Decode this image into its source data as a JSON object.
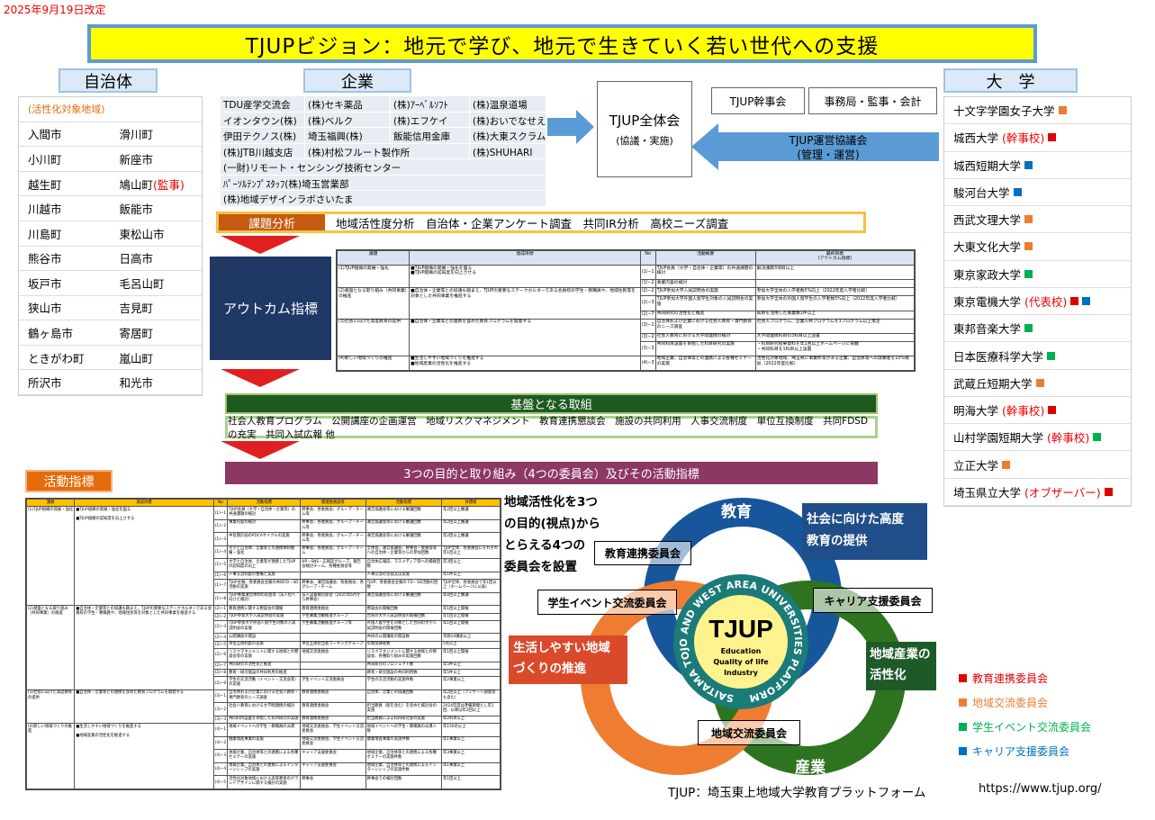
{
  "date": "2025年9月19日改定",
  "title": "TJUPビジョン：地元で学び、地元で生きていく若い世代への支援",
  "municipalities": {
    "header": "自治体",
    "target_label": "(活性化対象地域)",
    "items": [
      "入間市",
      "滑川町",
      "小川町",
      "新座市",
      "越生町",
      "鳩山町",
      "川越市",
      "飯能市",
      "川島町",
      "東松山市",
      "熊谷市",
      "日高市",
      "坂戸市",
      "毛呂山町",
      "狭山市",
      "吉見町",
      "鶴ヶ島市",
      "寄居町",
      "ときがわ町",
      "嵐山町",
      "所沢市",
      "和光市"
    ],
    "hatoyama_note": "(監事)"
  },
  "companies": {
    "header": "企業",
    "rows": [
      [
        "TDU産学交流会",
        "(株)セキ薬品",
        "(株)ｱｰﾍﾞﾙｿﾌﾄ",
        "(株)温泉道場"
      ],
      [
        "イオンタウン(株)",
        "(株)ベルク",
        "(株)エフケイ",
        "(株)おいでなせえ"
      ],
      [
        "伊田テクノス(株)",
        "埼玉福興(株)",
        "飯能信用金庫",
        "(株)大東スクラム"
      ],
      [
        "(株)JTB川越支店",
        "(株)村松フルート製作所",
        "(株)SHUHARI"
      ],
      [
        "(一財)リモート・センシング技術センター"
      ],
      [
        "ﾊﾟｰｿﾙﾃﾝﾌﾟｽﾀｯﾌ(株)埼玉営業部"
      ],
      [
        "(株)地域デザインラボさいたま"
      ]
    ]
  },
  "org": {
    "general": "TJUP全体会",
    "general_sub": "(協議・実施)",
    "exec": "TJUP幹事会",
    "office": "事務局・監事・会計",
    "council": "TJUP運営協議会",
    "council_sub": "(管理・運営)"
  },
  "universities": {
    "header": "大　学",
    "items": [
      {
        "name": "十文字学園女子大学",
        "note": "",
        "colors": [
          "#ed7d31"
        ]
      },
      {
        "name": "城西大学",
        "note": "(幹事校)",
        "colors": [
          "#e00000"
        ]
      },
      {
        "name": "城西短期大学",
        "note": "",
        "colors": [
          "#0070c0"
        ]
      },
      {
        "name": "駿河台大学",
        "note": "",
        "colors": [
          "#0070c0"
        ]
      },
      {
        "name": "西武文理大学",
        "note": "",
        "colors": [
          "#ed7d31"
        ]
      },
      {
        "name": "大東文化大学",
        "note": "",
        "colors": [
          "#ed7d31"
        ]
      },
      {
        "name": "東京家政大学",
        "note": "",
        "colors": [
          "#00b050"
        ]
      },
      {
        "name": "東京電機大学",
        "note": "(代表校)",
        "colors": [
          "#e00000",
          "#0070c0"
        ]
      },
      {
        "name": "東邦音楽大学",
        "note": "",
        "colors": [
          "#00b050"
        ]
      },
      {
        "name": "日本医療科学大学",
        "note": "",
        "colors": [
          "#00b050"
        ]
      },
      {
        "name": "武蔵丘短期大学",
        "note": "",
        "colors": [
          "#ed7d31"
        ]
      },
      {
        "name": "明海大学",
        "note": "(幹事校)",
        "colors": [
          "#e00000"
        ]
      },
      {
        "name": "山村学園短期大学",
        "note": "(幹事校)",
        "colors": [
          "#00b050"
        ]
      },
      {
        "name": "立正大学",
        "note": "",
        "colors": [
          "#ed7d31"
        ]
      },
      {
        "name": "埼玉県立大学",
        "note": "(オブザーバー)",
        "colors": [
          "#e00000"
        ]
      }
    ]
  },
  "analysis": {
    "label": "課題分析",
    "text": "地域活性度分析　自治体・企業アンケート調査　共同IR分析　高校ニーズ調査"
  },
  "outcome": {
    "label": "アウトカム指標",
    "headers": [
      "課題",
      "達成目標",
      "No",
      "活動概要",
      "最終目標\n(アウトカム指標)"
    ],
    "groups": [
      {
        "issue": "(1)TJUP組織の発展・強化",
        "goal": "■TJUP組織の発展・強化を図る\n■TJUP組織の認知度を向上させる",
        "rows": [
          [
            "(1)−1",
            "TJUP会員（大学・自治体・企業等）の共通課題の検討",
            "解決課題3項目以上"
          ],
          [
            "(1)−2",
            "事業内容の検討",
            ""
          ]
        ]
      },
      {
        "issue": "(2)基盤となる取り組み（共同事業）の推進",
        "goal": "■自治体・企業等との協議も踏まえ、TJUPの重要なステークホルダーである会員校の学生・教職員や、地域住民等を対象とした共同事業を推進する",
        "rows": [
          [
            "(2)−2",
            "TJUP参加大学入試説明会の実施",
            "参加大学全体の入学者数5%向上（2022年度入学者比較）"
          ],
          [
            "(2)−3",
            "TJUP参加大学外国人留学生対象の入試説明会の実施",
            "参加大学全体の外国人留学生の入学者数5%向上（2022年度入学者比較）"
          ],
          [
            "(2)−7",
            "共同研究の活性化と推進",
            "知財を活用した事業数1件以上"
          ]
        ]
      },
      {
        "issue": "(3)社会に向けた高度教育の提供",
        "goal": "■自治体・企業等との連携を含めた教育プログラムを開発する",
        "rows": [
          [
            "(3)−1",
            "自治体および企業における社会人教育・専門教育のニーズ調査",
            "社会人プログラム、企業人材プログラムを1プログラム以上策定"
          ],
          [
            "(3)−2",
            "社会人教育における大学間連携の検討",
            "大学間連携科目の3科目以上設置"
          ],
          [
            "(3)−3",
            "共同科目設置を目指した科目研究の実施",
            "・科目研究結果資料を年1回以上ホームページに掲載\n・共同科目を1科目以上設置"
          ]
        ]
      },
      {
        "issue": "(4)新しい地域づくりの推進",
        "goal": "■生活しやすい地域づくりを推進する\n■地域産業の活性化を推進する",
        "rows": [
          [
            "(4)−3",
            "地域企業、自治体等との連携による各種セミナーの実施",
            "活性化対象地域、埼玉県に事業所等がある企業、自治体等への就職者を10%増加（2022年度比較）"
          ]
        ]
      }
    ]
  },
  "foundation": {
    "title": "基盤となる取組",
    "text": "社会人教育プログラム　公開講座の企画運営　地域リスクマネジメント　教育連携懇談会　施設の共同利用　人事交流制度　単位互換制度　共同FDSDの充実　共同入試広報 他"
  },
  "purpose_title": "3つの目的と取り組み（4つの委員会）及びその活動指標",
  "activity": {
    "label": "活動指標",
    "headers": [
      "課題",
      "達成目標",
      "No",
      "活動指標",
      "関連委員会等",
      "活動指標",
      "目標値"
    ],
    "groups": [
      {
        "issue": "(1)TJUP組織の発展・強化",
        "goal": "■TJUP組織の発展・強化を図る\n\n■TJUP組織の認知度を向上させる",
        "rows": [
          [
            "(1)−1",
            "TJUP会員（大学・自治体・企業等）の共通課題の検討",
            "幹事会、各委員会、グループ・チーム等",
            "運営協議会等における審議回数",
            "年2回以上審議"
          ],
          [
            "(1)−2",
            "事業内容の検討",
            "幹事会、各委員会、グループ・チーム等",
            "運営協議会等における審議回数",
            "年2回以上審議"
          ],
          [
            "(1)−3",
            "中長期計画のPDCAサイクルの実施",
            "幹事会、各委員会、グループ・チーム等",
            "運営協議会等における審議回数",
            "年2回以上審議"
          ],
          [
            "(1)−4",
            "大学と自治体、企業等との連携体制整備・強化",
            "幹事会、各委員会、グループ・チーム",
            "全体会、運営協議会、幹事会・委員会等への自治体・企業等からの参加回数",
            "TJUP全体、各委員会にそれぞれ年1回以上"
          ],
          [
            "(1)−5",
            "大学と自治体、企業等が連携したTJUPの認知度の向上",
            "HP・SNS・広報誌グループ、報告会検討チーム、各種委員会等",
            "自治体広報誌、マスメディア等への掲載回数",
            "年3回以上"
          ],
          [
            "(1)−6",
            "人事交流制度の整備と実施",
            "",
            "人事交流の企画又は実施",
            "年1件以上"
          ],
          [
            "(1)−7",
            "TJUP主催、各委員会主催の共同FD・SD活動の実施",
            "幹事会、運営協議会、各委員会、各グループ・チーム",
            "TJUP、各委員会主催の FD・SD活動の回数",
            "TJUP全体、各委員会で年1回以上（ホームページに公表）"
          ],
          [
            "(1)−8",
            "TJUP事業運営体制の前進等（法人化へ向けた検討）",
            "法人設置検討部会（2025年6月から幹事会）",
            "運営協議会等における審議回数",
            "年4回以上審議"
          ]
        ]
      },
      {
        "issue": "(2)基盤となる取り組み（共同事業）の推進",
        "goal": "■自治体・企業等との協議も踏まえ、TJUPの重要なステークホルダーである会員校の学生・教職員や、地域住民等を対象とした共同事業を推進する",
        "rows": [
          [
            "(2)−1",
            "教育連携に関する懇談会の開催",
            "教育連携委員会",
            "懇談会の開催回数",
            "年1回以上開催"
          ],
          [
            "(2)−2",
            "TJUP参加大学入試説明会の実施",
            "学生募集活動推進グループ",
            "合同の大学入試説明会の開催回数",
            "年1回以上開催"
          ],
          [
            "(2)−3",
            "TJUP参加大学外国人留学生対象の入試説明会の実施",
            "学生募集活動推進グループ等",
            "外国人留学生を対象とした合同の大学入試説明会の開催回数",
            "年1回以上開催"
          ],
          [
            "(2)−4",
            "公開講座の開設",
            "",
            "共同の公開講座の開設数",
            "年間10講座以上"
          ],
          [
            "(2)−5",
            "単位互換制度の実施",
            "単位互換担当者ワーキンググループ",
            "年間受講者数",
            "5名以上"
          ],
          [
            "(2)−6",
            "リスクマネジメントに関する地域との懇談会等の実施",
            "地域交流委員会",
            "リスクマネジメントに関する地域との懇談会、各種取り組みの実施回数",
            "年1回以上開催"
          ],
          [
            "(2)−7",
            "共同研究の活性化と推進",
            "",
            "共同研究のプロジェクト数",
            "年5件以上"
          ],
          [
            "(2)−8",
            "教育・研究施設の共同利用の推進",
            "",
            "教育・研究施設の共同利用数",
            "年5件以上"
          ],
          [
            "(2)−9",
            "学生の交流活動（イベント・交流会等）の実施",
            "学生イベント交流委員会",
            "学生の交流活動の実施件数",
            "年2事業以上"
          ]
        ]
      },
      {
        "issue": "(3)社会に向けた高度教育の提供",
        "goal": "■自治体・企業等との連携を含めた教育プログラムを開発する",
        "rows": [
          [
            "(3)−1",
            "自治体および企業における社会人教育・専門教育のニーズ調査",
            "教育連携委員会",
            "自治体、企業との協議回数",
            "年2回以上（アンケート調査等も含む）"
          ],
          [
            "(3)−2",
            "社会人教育における大学間連携の検討",
            "教育連携委員会",
            "担当教員（仮を含む）を含めた検討会の実施",
            "2024年度は準備期間とし年1回、以降は年2回以上"
          ],
          [
            "(3)−3",
            "共同科目設置を目指した科目研究の実施",
            "教育連携委員会",
            "担当教員による科目研究会の実施",
            "年2科目以上"
          ]
        ]
      },
      {
        "issue": "(4)新しい地域づくりの推進",
        "goal": "■生活しやすい地域づくりを推進する\n\n■地域産業の活性化を推進する",
        "rows": [
          [
            "(4)−1",
            "地域イベントへの学生・教職員の派遣",
            "地域交流委員会、学生イベント交流委員会",
            "地域イベントへの学生・教職員の派遣人数",
            "年150名以上"
          ],
          [
            "(4)−2",
            "健康増進事業の実施",
            "地域交流委員会、学生イベント交流委員会",
            "健康増進事業の実施件数",
            "年1事業以上"
          ],
          [
            "(4)−3",
            "地域企業、自治体等との連携による各種セミナーの実施",
            "キャリア支援委員会",
            "地域企業、自治体等との連携による各種セミナーの実施件数",
            "年3事業以上"
          ],
          [
            "(4)−4",
            "地域企業、自治体との連携によるインターンシップの実施",
            "キャリア支援委員会",
            "地域企業、自治体等との連携によるインターンシップの実施件数",
            "年1事業以上"
          ],
          [
            "(4)−5",
            "活性化対象地域における高等教育のグランドデザインに関する検討の実施",
            "幹事会",
            "幹事会での検討回数",
            "年1回以上"
          ]
        ]
      }
    ]
  },
  "diagram": {
    "intro": [
      "地域活性化を3つ",
      "の目的(視点)から",
      "とらえる4つの",
      "委員会を設置"
    ],
    "education": "教育",
    "industry": "産業",
    "ring_text": "SAITAMA TOJO AND WEST AREA UNIVERSITIES PLATFORM",
    "logo": "TJUP",
    "logo_lines": [
      "Education",
      "Quality of life",
      "Industry"
    ],
    "committees": {
      "edu": "教育連携委員会",
      "student": "学生イベント交流委員会",
      "career": "キャリア支援委員会",
      "local": "地域交流委員会"
    },
    "purposes": {
      "edu": [
        "社会に向けた高度",
        "教育の提供"
      ],
      "life": [
        "生活しやすい地域",
        "づくりの推進"
      ],
      "industry": [
        "地域産業の",
        "活性化"
      ]
    },
    "footer": "TJUP：埼玉東上地域大学教育プラットフォーム",
    "colors": {
      "blue": "#17569b",
      "orange": "#ee7d31",
      "green": "#2e7420",
      "teal": "#1b7b78",
      "yellow": "#fff38d"
    }
  },
  "legend": [
    {
      "label": "教育連携委員会",
      "color": "#e00000"
    },
    {
      "label": "地域交流委員会",
      "color": "#ed7d31"
    },
    {
      "label": "学生イベント交流委員会",
      "color": "#00b050"
    },
    {
      "label": "キャリア支援委員会",
      "color": "#0070c0"
    }
  ],
  "url": "https://www.tjup.org/"
}
